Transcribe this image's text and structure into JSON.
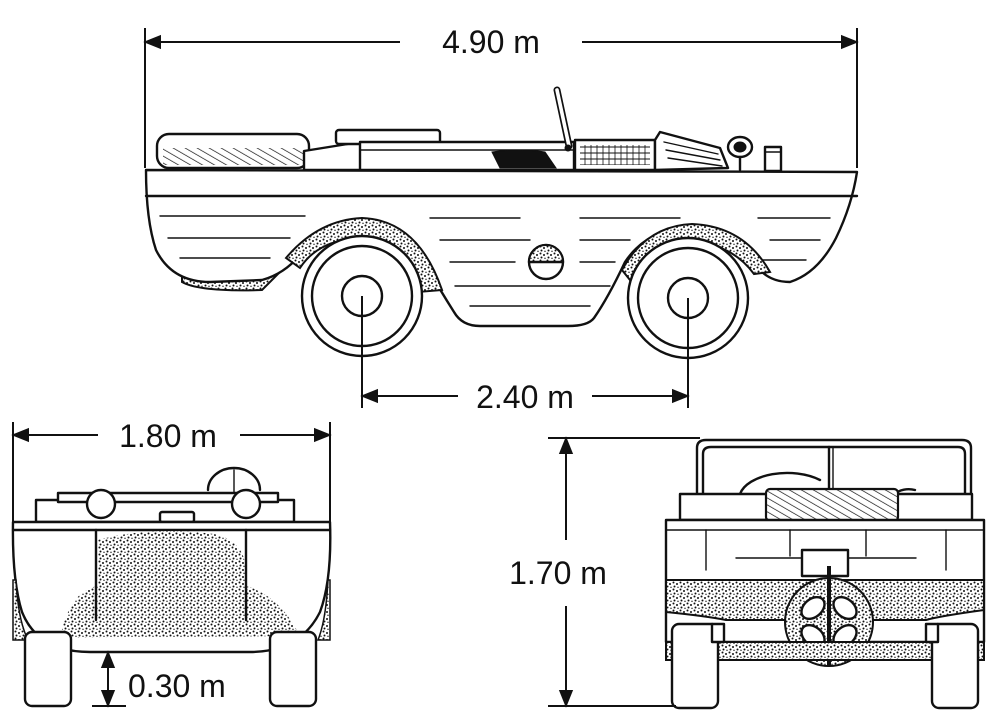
{
  "dimensions": {
    "length": "4.90 m",
    "wheelbase": "2.40 m",
    "width": "1.80 m",
    "height": "1.70 m",
    "ground_clearance": "0.30 m"
  },
  "colors": {
    "ink": "#111111",
    "paper": "#ffffff"
  }
}
